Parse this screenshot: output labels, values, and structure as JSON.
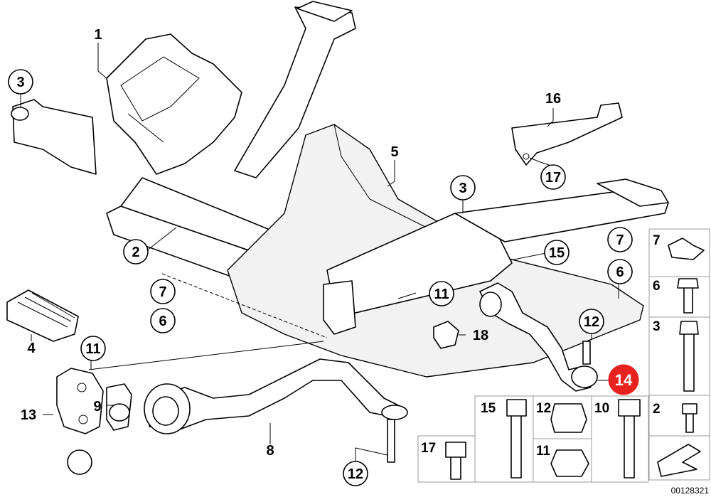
{
  "callouts": {
    "c1": "1",
    "c2": "2",
    "c3a": "3",
    "c3b": "3",
    "c4": "4",
    "c5": "5",
    "c6a": "6",
    "c6b": "6",
    "c7a": "7",
    "c7b": "7",
    "c8": "8",
    "c9": "9",
    "c11a": "11",
    "c11b": "11",
    "c12a": "12",
    "c12b": "12",
    "c13": "13",
    "c14": "14",
    "c15": "15",
    "c16": "16",
    "c17": "17",
    "c18": "18"
  },
  "legend": {
    "r7": "7",
    "r6": "6",
    "r3": "3",
    "r2": "2",
    "b15": "15",
    "b12": "12",
    "b11": "11",
    "b10": "10",
    "b17": "17"
  },
  "highlight_color": "#e8231f",
  "doc_id": "00128321"
}
